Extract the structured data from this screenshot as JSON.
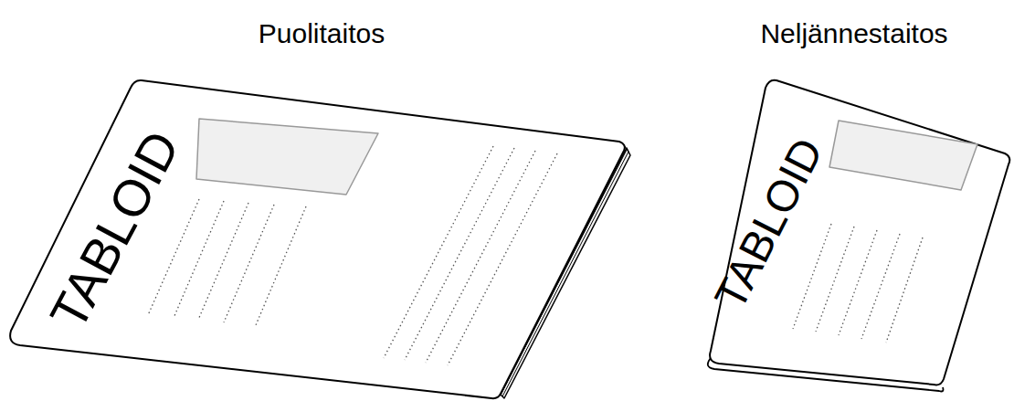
{
  "diagram": {
    "labels": [
      "Puolitaitos",
      "Neljännestaitos",
      "TABLOID",
      "TABLOID"
    ]
  }
}
